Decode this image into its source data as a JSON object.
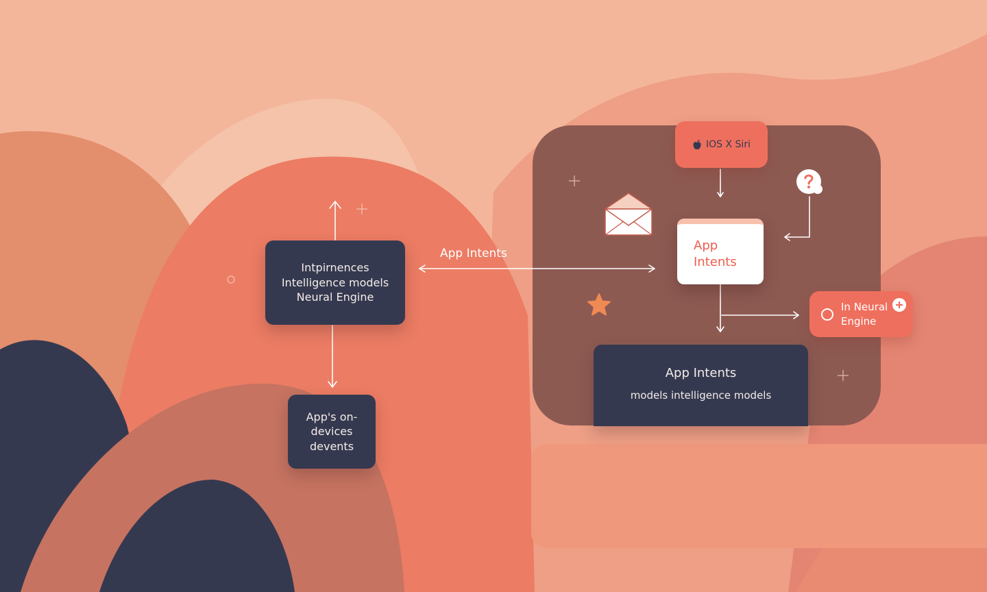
{
  "colors": {
    "background": "#f4b69a",
    "navy": "#35394f",
    "coral": "#ef6f5e",
    "panel": "#8d5a52",
    "white": "#ffffff"
  },
  "diagram": {
    "nodes": {
      "intelligence": {
        "lines": [
          "Intpirnences",
          "Intelligence models",
          "Neural Engine"
        ]
      },
      "apps_devices": {
        "lines": [
          "App's on-",
          "devices",
          "devents"
        ]
      },
      "siri": {
        "label": "IOS X Siri",
        "icon": "apple-logo-icon"
      },
      "app_intents_card": {
        "lines": [
          "App",
          "Intents"
        ]
      },
      "neural_engine": {
        "lines": [
          "In Neural",
          "Engine"
        ],
        "icons": [
          "circle-icon",
          "plus-circle-icon"
        ]
      },
      "app_intents_footer": {
        "title": "App Intents",
        "subtitle": "models intelligence models"
      }
    },
    "edges": {
      "app_intents_link": {
        "label": "App Intents"
      }
    },
    "icons": {
      "mail": "envelope-icon",
      "question": "question-bubble-icon",
      "star": "star-icon"
    }
  }
}
